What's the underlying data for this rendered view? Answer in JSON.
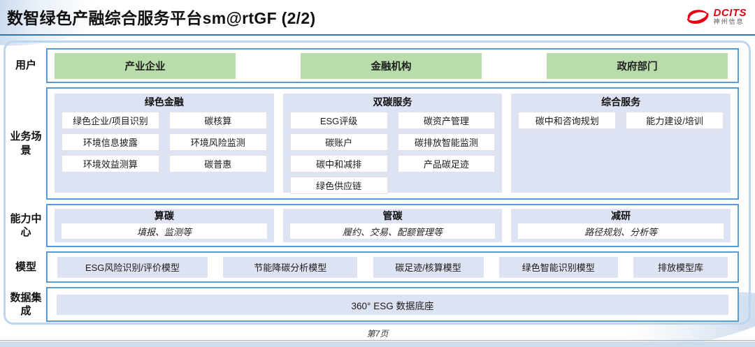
{
  "header": {
    "title": "数智绿色产融综合服务平台sm@rtGF (2/2)",
    "logo_name": "DCITS",
    "logo_subtitle": "神州信息"
  },
  "users": {
    "label": "用户",
    "items": [
      "产业企业",
      "金融机构",
      "政府部门"
    ]
  },
  "scenarios": {
    "label": "业务场景",
    "columns": [
      {
        "title": "绿色金融",
        "items": [
          "绿色企业/项目识别",
          "碳核算",
          "环境信息披露",
          "环境风险监测",
          "环境效益测算",
          "碳普惠"
        ]
      },
      {
        "title": "双碳服务",
        "items": [
          "ESG评级",
          "碳资产管理",
          "碳账户",
          "碳排放智能监测",
          "碳中和减排",
          "产品碳足迹",
          "绿色供应链"
        ]
      },
      {
        "title": "综合服务",
        "items": [
          "碳中和咨询规划",
          "能力建设/培训"
        ]
      }
    ]
  },
  "capabilities": {
    "label": "能力中心",
    "columns": [
      {
        "title": "算碳",
        "desc": "填报、监测等"
      },
      {
        "title": "管碳",
        "desc": "履约、交易、配额管理等"
      },
      {
        "title": "减研",
        "desc": "路径规划、分析等"
      }
    ]
  },
  "models": {
    "label": "模型",
    "items": [
      "ESG风险识别/评价模型",
      "节能降碳分析模型",
      "碳足迹/核算模型",
      "绿色智能识别模型",
      "排放模型库"
    ]
  },
  "data_layer": {
    "label": "数据集成",
    "items": [
      "360° ESG 数据底座"
    ]
  },
  "footer": {
    "page_label": "第7页"
  },
  "colors": {
    "row_border_blue": "#5b9bd5",
    "outer_border_blue": "#bcd6ef",
    "panel_blue": "#dde3f2",
    "chip_green": "#b9dcab",
    "title_rule_blue": "#2e74b5",
    "logo_red": "#e60012",
    "bottom_bar_blue": "#cdddec"
  }
}
